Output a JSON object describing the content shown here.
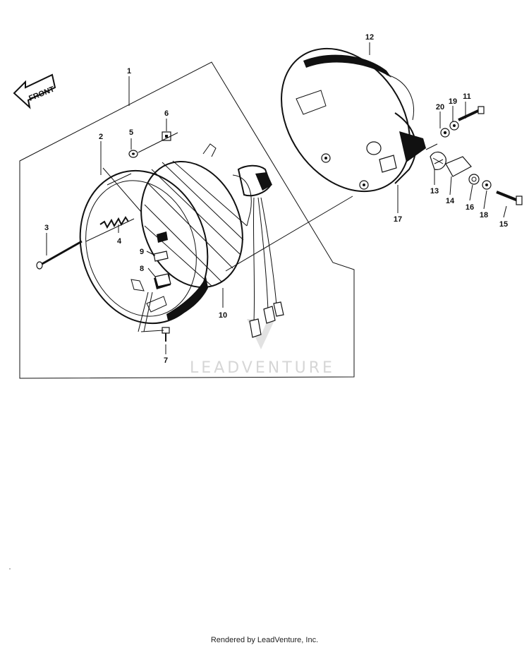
{
  "front_label": "FRONT",
  "watermark": "LEADVENTURE",
  "footer": "Rendered by LeadVenture, Inc.",
  "callouts": {
    "c1": "1",
    "c2": "2",
    "c3": "3",
    "c4": "4",
    "c5": "5",
    "c6": "6",
    "c7": "7",
    "c8": "8",
    "c9": "9",
    "c10": "10",
    "c11": "11",
    "c12": "12",
    "c13": "13",
    "c14": "14",
    "c15": "15",
    "c16": "16",
    "c17": "17",
    "c18": "18",
    "c19": "19",
    "c20": "20"
  }
}
